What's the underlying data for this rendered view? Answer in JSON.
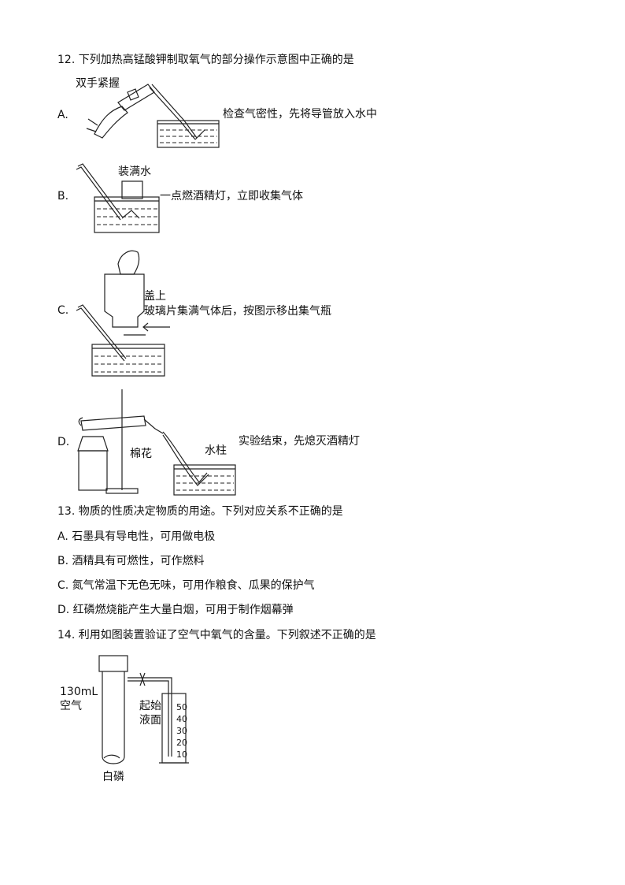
{
  "q12": {
    "stem": "12. 下列加热高锰酸钾制取氧气的部分操作示意图中正确的是",
    "A": {
      "letter": "A.",
      "hand_label": "双手紧握",
      "desc": "检查气密性，先将导管放入水中"
    },
    "B": {
      "letter": "B.",
      "bottle_label": "装满水",
      "desc": "一点燃酒精灯，立即收集气体"
    },
    "C": {
      "letter": "C.",
      "label_1": "盖上",
      "desc": "玻璃片集满气体后，按图示移出集气瓶"
    },
    "D": {
      "letter": "D.",
      "cotton_label": "棉花",
      "water_label": "水柱",
      "desc": "实验结束，先熄灭酒精灯"
    }
  },
  "q13": {
    "stem": "13. 物质的性质决定物质的用途。下列对应关系不正确的是",
    "options": [
      "A. 石墨具有导电性，可用做电极",
      "B. 酒精具有可燃性，可作燃料",
      "C. 氮气常温下无色无味，可用作粮食、瓜果的保护气",
      "D. 红磷燃烧能产生大量白烟，可用于制作烟幕弹"
    ]
  },
  "q14": {
    "stem": "14. 利用如图装置验证了空气中氧气的含量。下列叙述不正确的是",
    "air_volume": "130mL",
    "air_label": "空气",
    "start_label_1": "起始",
    "start_label_2": "液面",
    "phosphorus_label": "白磷",
    "scale": [
      "50",
      "40",
      "30",
      "20",
      "10"
    ]
  }
}
